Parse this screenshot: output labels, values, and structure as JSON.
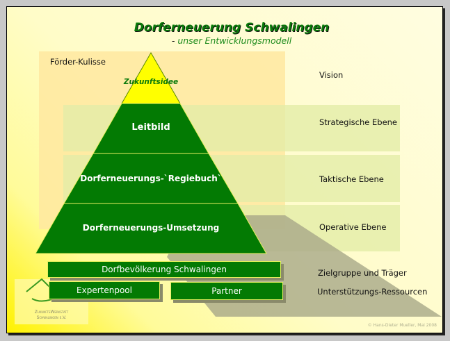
{
  "title": "Dorferneuerung Schwalingen",
  "subtitle_dash": "-",
  "subtitle": "unser Entwicklungsmodell",
  "kulisse_label": "Förder-Kulisse",
  "pyramid": {
    "top": "Zukunftsidee",
    "level1": "Leitbild",
    "level2": "Dorferneuerungs-`Regiebuch`",
    "level3": "Dorferneuerungs-Umsetzung"
  },
  "levels": {
    "vision": "Vision",
    "strategic": "Strategische Ebene",
    "tactical": "Taktische Ebene",
    "operative": "Operative Ebene",
    "target": "Zielgruppe und Träger",
    "support": "Unterstützungs-Ressourcen"
  },
  "boxes": {
    "population": "Dorfbevölkerung Schwalingen",
    "experts": "Expertenpool",
    "partner": "Partner"
  },
  "logo": {
    "line1": "ZukunftsWerkstatt",
    "line2": "Schwalingen e.V."
  },
  "copyright": "© Hans-Dieter Mueller, Mai 2008",
  "colors": {
    "green": "#037a03",
    "yellow": "#ffff00",
    "title_green": "#0a7a0a"
  }
}
